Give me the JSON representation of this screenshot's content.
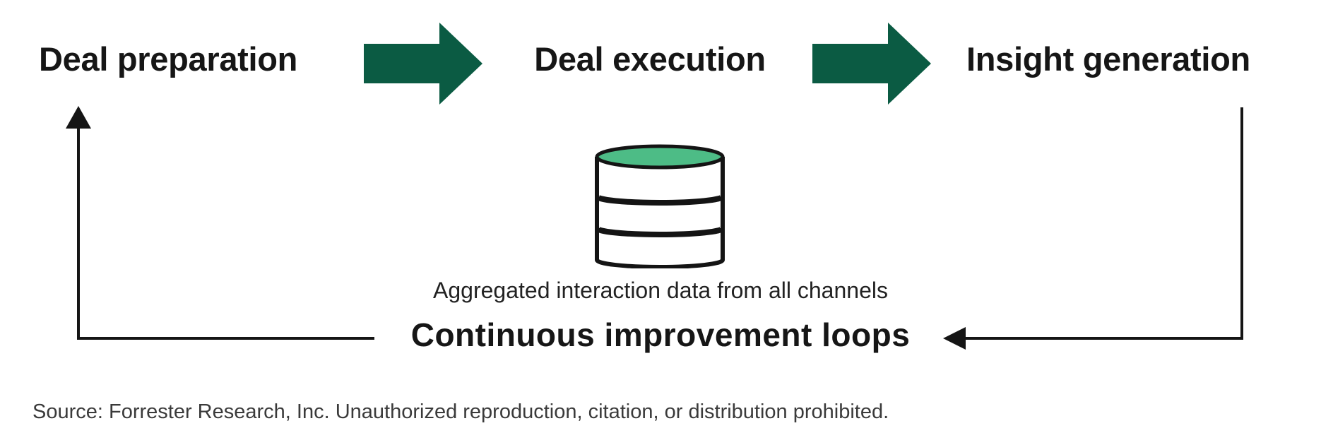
{
  "figure": {
    "stages": [
      {
        "label": "Deal preparation"
      },
      {
        "label": "Deal execution"
      },
      {
        "label": "Insight generation"
      }
    ],
    "database": {
      "icon": "database-cylinder-icon",
      "caption": "Aggregated interaction data from all channels"
    },
    "loop": {
      "label": "Continuous improvement loops"
    },
    "source_note": "Source: Forrester Research, Inc. Unauthorized reproduction, citation, or distribution prohibited.",
    "colors": {
      "flow_arrow_green": "#0b5b43",
      "database_top_green": "#4dbc86",
      "line_black": "#151515"
    }
  }
}
